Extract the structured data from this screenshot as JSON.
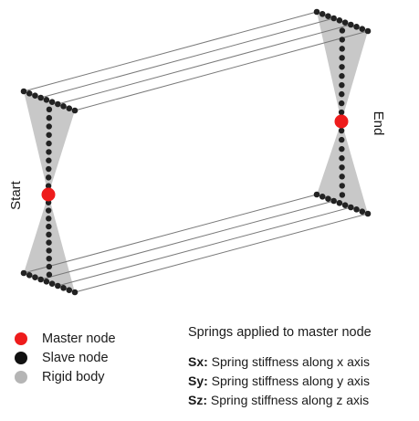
{
  "diagram": {
    "start_label": "Start",
    "end_label": "End",
    "colors": {
      "master": "#ee1c1c",
      "slave": "#222222",
      "rigid": "#c8c8c8",
      "line": "#7a7a7a"
    }
  },
  "legend": {
    "items": [
      {
        "label": "Master node",
        "color": "#ee1c1c"
      },
      {
        "label": "Slave node",
        "color": "#111111"
      },
      {
        "label": "Rigid body",
        "color": "#b5b5b5"
      }
    ]
  },
  "springs": {
    "heading": "Springs applied to master node",
    "rows": [
      {
        "prefix": "Sx:",
        "text": " Spring stiffness along x axis"
      },
      {
        "prefix": "Sy:",
        "text": " Spring stiffness along y axis"
      },
      {
        "prefix": "Sz:",
        "text": " Spring stiffness along z axis"
      }
    ]
  }
}
